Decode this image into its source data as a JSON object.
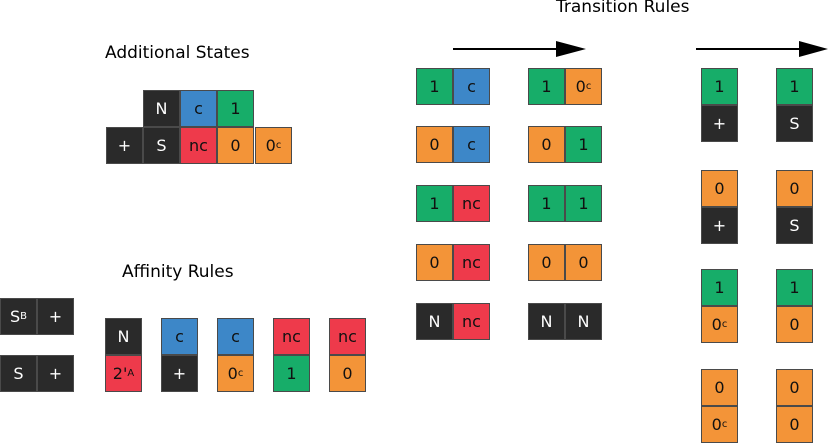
{
  "headings": {
    "additional_states": "Additional States",
    "affinity_rules": "Affinity Rules",
    "transition_rules": "Transition Rules"
  },
  "colors": {
    "dark": "#2a2a2a",
    "blue": "#3d87c8",
    "green": "#17ad69",
    "red": "#ee3a4b",
    "orange": "#f39438"
  },
  "tiles": {
    "as_N": {
      "label": "N",
      "color": "dark"
    },
    "as_c": {
      "label": "c",
      "color": "blue"
    },
    "as_1": {
      "label": "1",
      "color": "green"
    },
    "as_plus": {
      "label": "+",
      "color": "dark"
    },
    "as_S": {
      "label": "S",
      "color": "dark"
    },
    "as_nc": {
      "label": "nc",
      "color": "red"
    },
    "as_0": {
      "label": "0",
      "color": "orange"
    },
    "as_0c": {
      "label": "0",
      "sub": "c",
      "color": "orange"
    },
    "sb_S": {
      "label": "S",
      "sub": "B",
      "color": "dark"
    },
    "sb_plus": {
      "label": "+",
      "color": "dark"
    },
    "s_S": {
      "label": "S",
      "color": "dark"
    },
    "s_plus": {
      "label": "+",
      "color": "dark"
    },
    "ar1_top": {
      "label": "N",
      "color": "dark"
    },
    "ar1_bot": {
      "label": "2'",
      "sub": "A",
      "color": "red"
    },
    "ar2_top": {
      "label": "c",
      "color": "blue"
    },
    "ar2_bot": {
      "label": "+",
      "color": "dark"
    },
    "ar3_top": {
      "label": "c",
      "color": "blue"
    },
    "ar3_bot": {
      "label": "0",
      "sub": "c",
      "color": "orange"
    },
    "ar4_top": {
      "label": "nc",
      "color": "red"
    },
    "ar4_bot": {
      "label": "1",
      "color": "green"
    },
    "ar5_top": {
      "label": "nc",
      "color": "red"
    },
    "ar5_bot": {
      "label": "0",
      "color": "orange"
    },
    "h1_l_a": {
      "label": "1",
      "color": "green"
    },
    "h1_l_b": {
      "label": "c",
      "color": "blue"
    },
    "h1_r_a": {
      "label": "1",
      "color": "green"
    },
    "h1_r_b": {
      "label": "0",
      "sub": "c",
      "color": "orange"
    },
    "h2_l_a": {
      "label": "0",
      "color": "orange"
    },
    "h2_l_b": {
      "label": "c",
      "color": "blue"
    },
    "h2_r_a": {
      "label": "0",
      "color": "orange"
    },
    "h2_r_b": {
      "label": "1",
      "color": "green"
    },
    "h3_l_a": {
      "label": "1",
      "color": "green"
    },
    "h3_l_b": {
      "label": "nc",
      "color": "red"
    },
    "h3_r_a": {
      "label": "1",
      "color": "green"
    },
    "h3_r_b": {
      "label": "1",
      "color": "green"
    },
    "h4_l_a": {
      "label": "0",
      "color": "orange"
    },
    "h4_l_b": {
      "label": "nc",
      "color": "red"
    },
    "h4_r_a": {
      "label": "0",
      "color": "orange"
    },
    "h4_r_b": {
      "label": "0",
      "color": "orange"
    },
    "h5_l_a": {
      "label": "N",
      "color": "dark"
    },
    "h5_l_b": {
      "label": "nc",
      "color": "red"
    },
    "h5_r_a": {
      "label": "N",
      "color": "dark"
    },
    "h5_r_b": {
      "label": "N",
      "color": "dark"
    },
    "v1_l_a": {
      "label": "1",
      "color": "green"
    },
    "v1_l_b": {
      "label": "+",
      "color": "dark"
    },
    "v1_r_a": {
      "label": "1",
      "color": "green"
    },
    "v1_r_b": {
      "label": "S",
      "color": "dark"
    },
    "v2_l_a": {
      "label": "0",
      "color": "orange"
    },
    "v2_l_b": {
      "label": "+",
      "color": "dark"
    },
    "v2_r_a": {
      "label": "0",
      "color": "orange"
    },
    "v2_r_b": {
      "label": "S",
      "color": "dark"
    },
    "v3_l_a": {
      "label": "1",
      "color": "green"
    },
    "v3_l_b": {
      "label": "0",
      "sub": "c",
      "color": "orange"
    },
    "v3_r_a": {
      "label": "1",
      "color": "green"
    },
    "v3_r_b": {
      "label": "0",
      "color": "orange"
    },
    "v4_l_a": {
      "label": "0",
      "color": "orange"
    },
    "v4_l_b": {
      "label": "0",
      "sub": "c",
      "color": "orange"
    },
    "v4_r_a": {
      "label": "0",
      "color": "orange"
    },
    "v4_r_b": {
      "label": "0",
      "color": "orange"
    }
  }
}
